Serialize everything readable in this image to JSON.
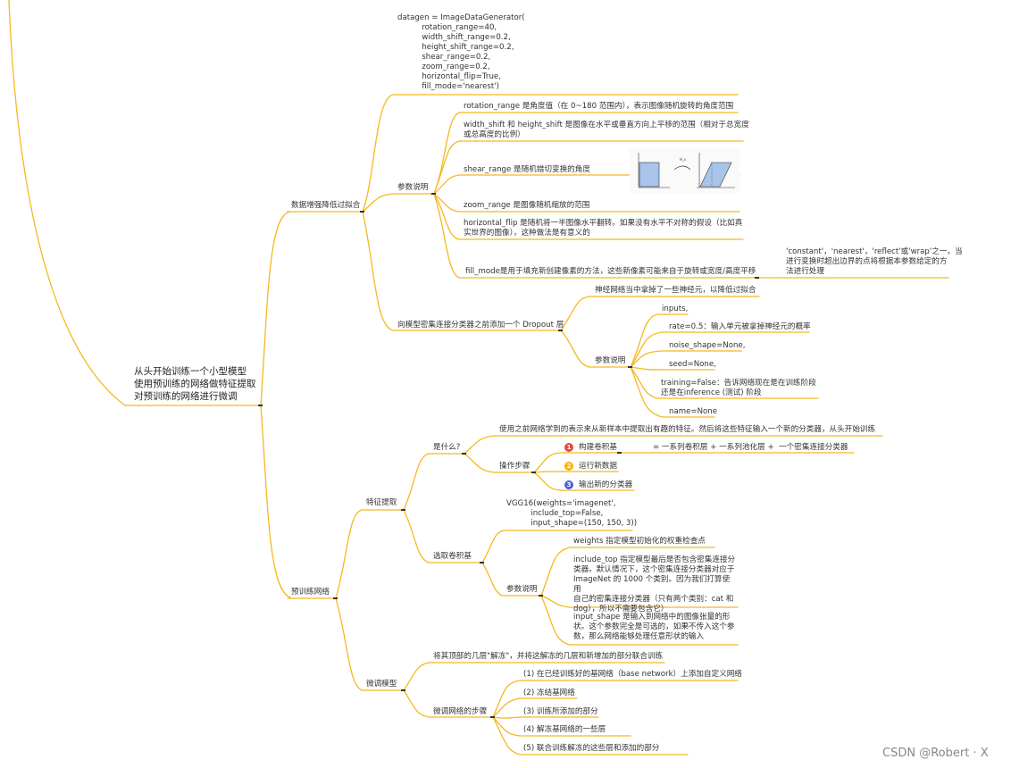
{
  "root": {
    "line1": "从头开始训练一个小型模型",
    "line2": "使用预训练的网络做特征提取",
    "line3": "对预训练的网络进行微调"
  },
  "branch1": {
    "label": "数据增强降低过拟合",
    "code": "datagen = ImageDataGenerator(\n          rotation_range=40,\n          width_shift_range=0.2,\n          height_shift_range=0.2,\n          shear_range=0.2,\n          zoom_range=0.2,\n          horizontal_flip=True,\n          fill_mode='nearest')",
    "params_label": "参数说明",
    "params": {
      "rotation": "rotation_range 是角度值（在 0~180 范围内），表示图像随机旋转的角度范围",
      "shift": "width_shift 和 height_shift 是图像在水平或垂直方向上平移的范围（相对于总宽度\n或总高度的比例）",
      "shear": "shear_range 是随机错切变换的角度",
      "zoom": "zoom_range 是图像随机缩放的范围",
      "flip": "horizontal_flip 是随机将一半图像水平翻转。如果没有水平不对称的假设（比如真\n实世界的图像），这种做法是有意义的",
      "fill": "fill_mode是用于填充新创建像素的方法，这些新像素可能来自于旋转或宽度/高度平移",
      "fill_detail": "'constant'，'nearest'，'reflect'或'wrap'之一，当\n进行变换时超出边界的点将根据本参数给定的方\n法进行处理"
    },
    "dropout": {
      "label": "向模型密集连接分类器之前添加一个 Dropout 层",
      "desc": "神经网络当中拿掉了一些神经元，以降低过拟合",
      "params_label": "参数说明",
      "inputs": "inputs,",
      "rate": "rate=0.5：输入单元被拿掉神经元的概率",
      "noise": "noise_shape=None,",
      "seed": "seed=None,",
      "training": "training=False：告诉网络现在是在训练阶段\n还是在inference (测试) 阶段",
      "name": "name=None"
    }
  },
  "branch2": {
    "label": "预训练网络",
    "feature": {
      "label": "特征提取",
      "what_label": "是什么?",
      "what_desc": "使用之前网络学到的表示来从新样本中提取出有趣的特征。然后将这些特征输入一个新的分类器，从头开始训练",
      "steps_label": "操作步骤",
      "step1": "构建卷积基",
      "step1_detail": "= 一系列卷积层 + 一系列池化层 +  一个密集连接分类器",
      "step2": "运行新数据",
      "step3": "输出新的分类器",
      "badges": [
        "1",
        "2",
        "3"
      ],
      "select_label": "选取卷积基",
      "vgg_code": "VGG16(weights='imagenet',\n          include_top=False,\n          input_shape=(150, 150, 3))",
      "params_label": "参数说明",
      "weights": "weights 指定模型初始化的权重检查点",
      "include_top": "include_top 指定模型最后是否包含密集连接分类器。默认情况下，这个密集连接分类器对应于\nImageNet 的 1000 个类别。因为我们打算使用\n自己的密集连接分类器（只有两个类别：cat 和\ndog），所以不需要包含它）",
      "input_shape": "input_shape 是输入到网络中的图像张量的形\n状。这个参数完全是可选的，如果不传入这个参\n数，那么网络能够处理任意形状的输入"
    },
    "finetune": {
      "label": "微调模型",
      "desc": "将其顶部的几层\"解冻\"，并将这解冻的几层和新增加的部分联合训练",
      "steps_label": "微调网络的步骤",
      "s1": "(1) 在已经训练好的基网络（base network）上添加自定义网络",
      "s2": "(2) 冻结基网络",
      "s3": "(3) 训练所添加的部分",
      "s4": "(4) 解冻基网络的一些层",
      "s5": "(5) 联合训练解冻的这些层和添加的部分"
    }
  },
  "watermark": "CSDN @Robert · X",
  "colors": {
    "line": "#f5b821",
    "text": "#333333"
  },
  "icons": {
    "shear_illustration": "shear-transform-diagram"
  }
}
